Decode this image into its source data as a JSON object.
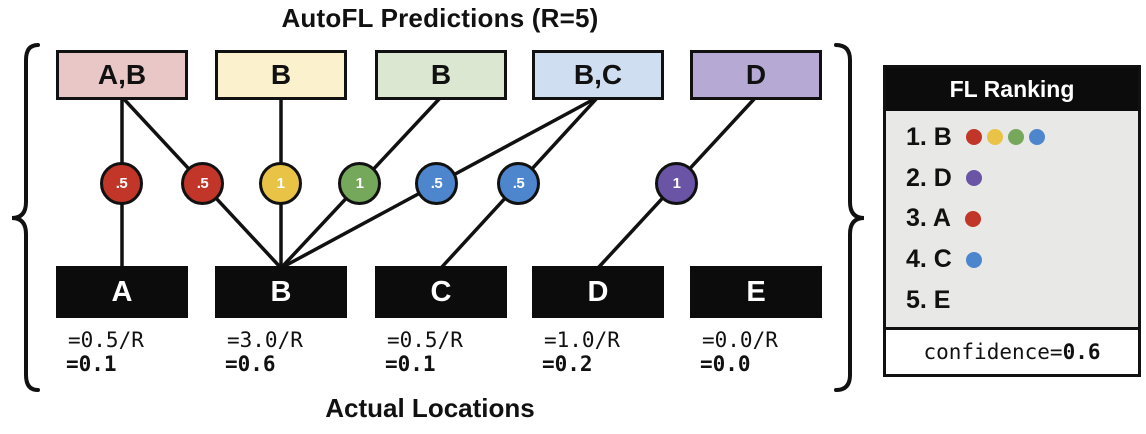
{
  "title": "AutoFL Predictions (R=5)",
  "bottom_label": "Actual Locations",
  "predictions": [
    {
      "label": "A,B",
      "fill": "#e9c7c7"
    },
    {
      "label": "B",
      "fill": "#fbf2cd"
    },
    {
      "label": "B",
      "fill": "#dbe7d1"
    },
    {
      "label": "B,C",
      "fill": "#cfdff1"
    },
    {
      "label": "D",
      "fill": "#b6aad4"
    }
  ],
  "weights": [
    {
      "value": ".5",
      "fill": "#c13628"
    },
    {
      "value": ".5",
      "fill": "#c13628"
    },
    {
      "value": "1",
      "fill": "#e9c346"
    },
    {
      "value": "1",
      "fill": "#76a85c"
    },
    {
      "value": ".5",
      "fill": "#4e86cd"
    },
    {
      "value": ".5",
      "fill": "#4e86cd"
    },
    {
      "value": "1",
      "fill": "#6a54a5"
    }
  ],
  "locations": [
    {
      "label": "A",
      "score_formula": "=0.5/R",
      "score": "=0.1"
    },
    {
      "label": "B",
      "score_formula": "=3.0/R",
      "score": "=0.6"
    },
    {
      "label": "C",
      "score_formula": "=0.5/R",
      "score": "=0.1"
    },
    {
      "label": "D",
      "score_formula": "=1.0/R",
      "score": "=0.2"
    },
    {
      "label": "E",
      "score_formula": "=0.0/R",
      "score": "=0.0"
    }
  ],
  "ranking": {
    "title": "FL Ranking",
    "items": [
      {
        "text": "1. B",
        "dots": [
          "#c13628",
          "#e9c346",
          "#76a85c",
          "#4e86cd"
        ]
      },
      {
        "text": "2. D",
        "dots": [
          "#6a54a5"
        ]
      },
      {
        "text": "3. A",
        "dots": [
          "#c13628"
        ]
      },
      {
        "text": "4. C",
        "dots": [
          "#4e86cd"
        ]
      },
      {
        "text": "5. E",
        "dots": []
      }
    ],
    "confidence_label": "confidence=",
    "confidence_value": "0.6"
  },
  "colors": {
    "line": "#111111",
    "location_box": "#0c0c0c",
    "ranking_body_bg": "#e8e8e6"
  }
}
